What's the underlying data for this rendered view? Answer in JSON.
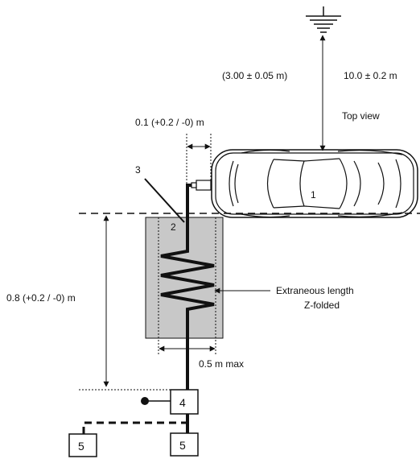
{
  "labels": {
    "distance_near": "(3.00 ± 0.05 m)",
    "distance_far": "10.0 ± 0.2 m",
    "gap": "0.1 (+0.2 / -0) m",
    "view": "Top view",
    "height": "0.8 (+0.2 / -0) m",
    "extraneous_line1": "Extraneous length",
    "extraneous_line2": "Z-folded",
    "width_max": "0.5 m max"
  },
  "callouts": {
    "vehicle": "1",
    "box": "2",
    "cable": "3",
    "device": "4",
    "terminal_right": "5",
    "terminal_left": "5"
  },
  "colors": {
    "line": "#111111",
    "box_fill": "#c8c8c8",
    "background": "#ffffff"
  },
  "icons": {
    "antenna": "antenna-icon",
    "vehicle": "car-top-view-icon"
  }
}
